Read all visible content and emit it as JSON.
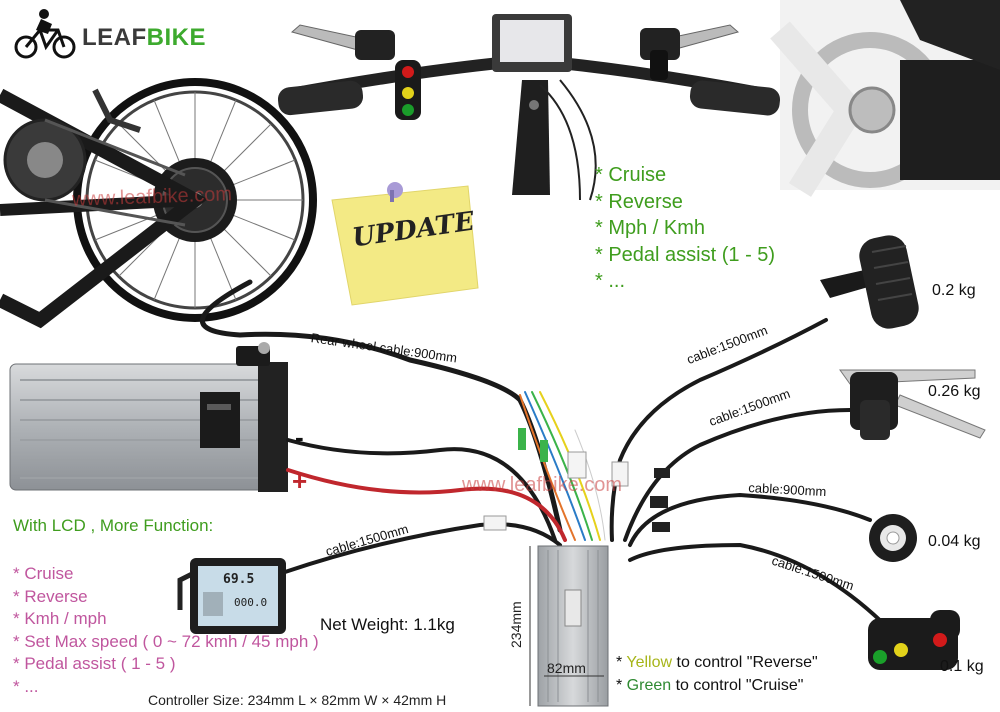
{
  "brand": {
    "name_part1": "LEAF",
    "name_part2": "BIKE"
  },
  "sticky_note": "UPDATE",
  "lcd_features": [
    "* Cruise",
    "* Reverse",
    "* Mph / Kmh",
    "* Pedal assist (1 - 5)",
    "* ..."
  ],
  "lcd_section": {
    "title": "With LCD , More Function:",
    "features": [
      "* Cruise",
      "* Reverse",
      "* Kmh / mph",
      "* Set Max speed ( 0 ~ 72 kmh / 45 mph )",
      "* Pedal assist ( 1 - 5 )",
      "* ..."
    ]
  },
  "lcd_screen": {
    "speed": "69.5",
    "readout": "000.0"
  },
  "cables": {
    "rear_wheel": "Rear wheel cable:900mm",
    "throttle": "cable:1500mm",
    "brake": "cable:1500mm",
    "pas": "cable:900mm",
    "switch": "cable:1500mm",
    "lcd": "cable:1500mm"
  },
  "weights": {
    "throttle": "0.2 kg",
    "brake": "0.26 kg",
    "pas": "0.04 kg",
    "switch": "0.1 kg"
  },
  "battery_terminals": {
    "negative": "-",
    "positive": "+"
  },
  "watermarks": {
    "main": "www.leafbike.com",
    "wheel": "www.leafbike.com"
  },
  "net_weight": "Net Weight: 1.1kg",
  "controller_size": "Controller Size: 234mm L × 82mm W × 42mm H",
  "controller_dims": {
    "length": "234mm",
    "width": "82mm"
  },
  "switch_notes": {
    "line1": {
      "prefix": "* ",
      "color_word": "Yellow",
      "suffix": " to control \"Reverse\""
    },
    "line2": {
      "prefix": "* ",
      "color_word": "Green",
      "suffix": " to control \"Cruise\""
    }
  },
  "colors": {
    "accent_green": "#3f9d1e",
    "accent_pink": "#c0569e",
    "yellow_word": "#a7b51a",
    "green_word": "#2f8a32",
    "brand_green": "#3daa2e"
  }
}
